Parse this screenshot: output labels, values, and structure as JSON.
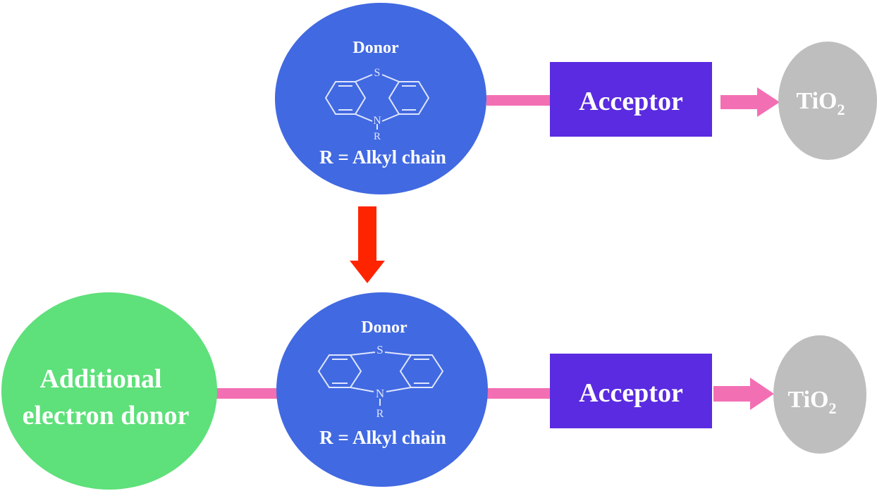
{
  "top_row": {
    "donor": {
      "title": "Donor",
      "hetero_top": "S",
      "hetero_bottom": "N",
      "substituent": "R",
      "caption": "R = Alkyl chain"
    },
    "acceptor": "Acceptor",
    "tio2": {
      "base": "TiO",
      "subscript": "2"
    }
  },
  "bottom_row": {
    "additional_donor": {
      "line1": "Additional",
      "line2": "electron donor"
    },
    "donor": {
      "title": "Donor",
      "hetero_top": "S",
      "hetero_bottom": "N",
      "substituent": "R",
      "caption": "R = Alkyl chain"
    },
    "acceptor": "Acceptor",
    "tio2": {
      "base": "TiO",
      "subscript": "2"
    }
  },
  "colors": {
    "donor_fill": "#4169e1",
    "acceptor_fill": "#5a2be0",
    "tio2_fill": "#bebebe",
    "additional_donor_fill": "#5ee07a",
    "connector": "#f36fb4",
    "transition_arrow": "#ff2400"
  }
}
